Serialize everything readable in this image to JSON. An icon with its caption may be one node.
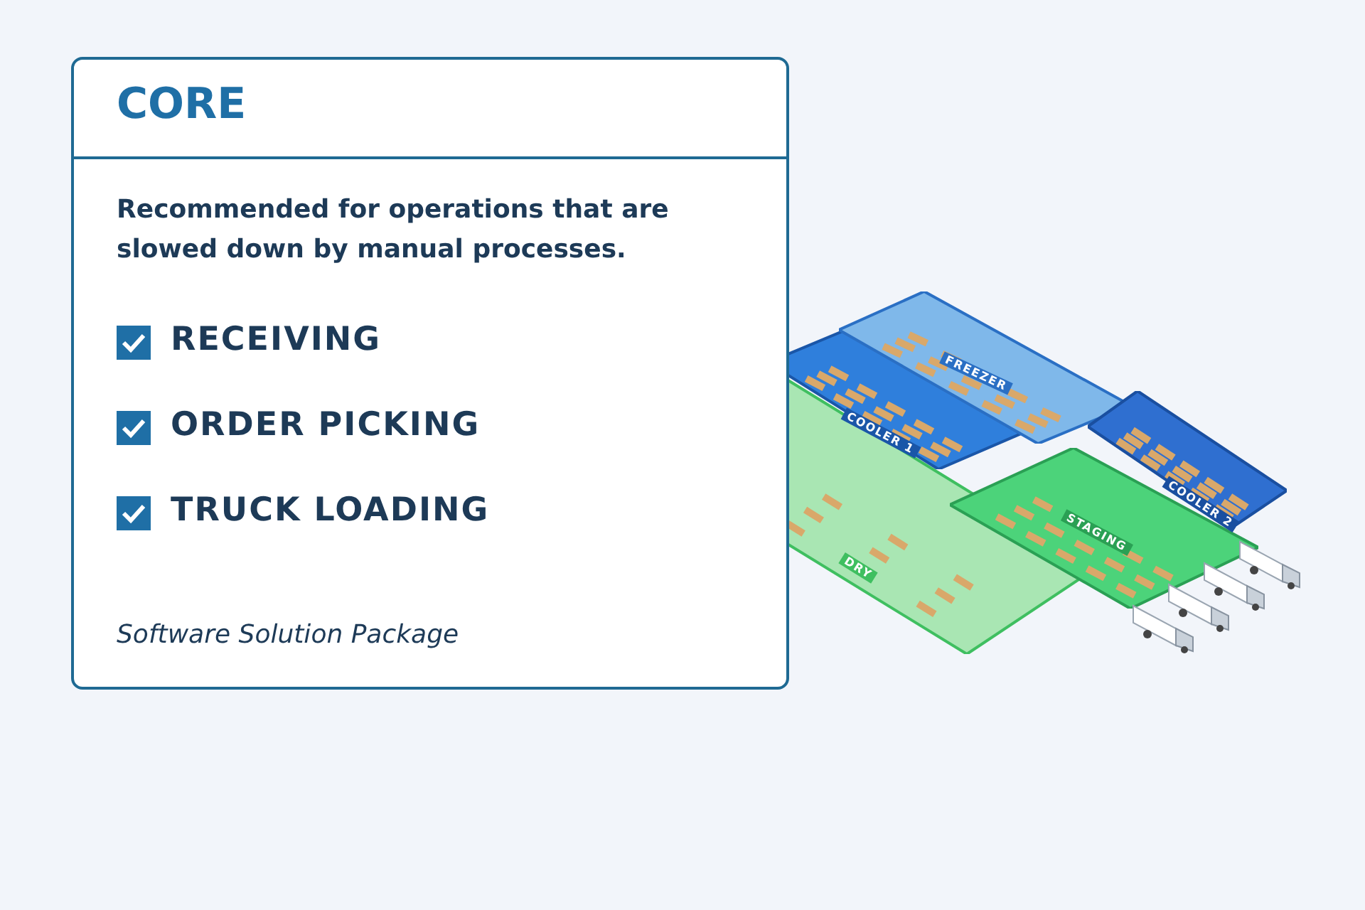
{
  "diagram": {
    "nodes": [
      {
        "text": [
          "CORE",
          "Recommended for operations that are slowed down by manual processes.",
          "RECEIVING",
          "ORDER PICKING",
          "TRUCK LOADING",
          "Software Solution Package"
        ]
      },
      {
        "text": [
          "FREEZER"
        ]
      },
      {
        "text": [
          "COOLER 1"
        ]
      },
      {
        "text": [
          "COOLER 2"
        ]
      },
      {
        "text": [
          "STAGING"
        ]
      },
      {
        "text": [
          "DRY"
        ]
      }
    ]
  }
}
